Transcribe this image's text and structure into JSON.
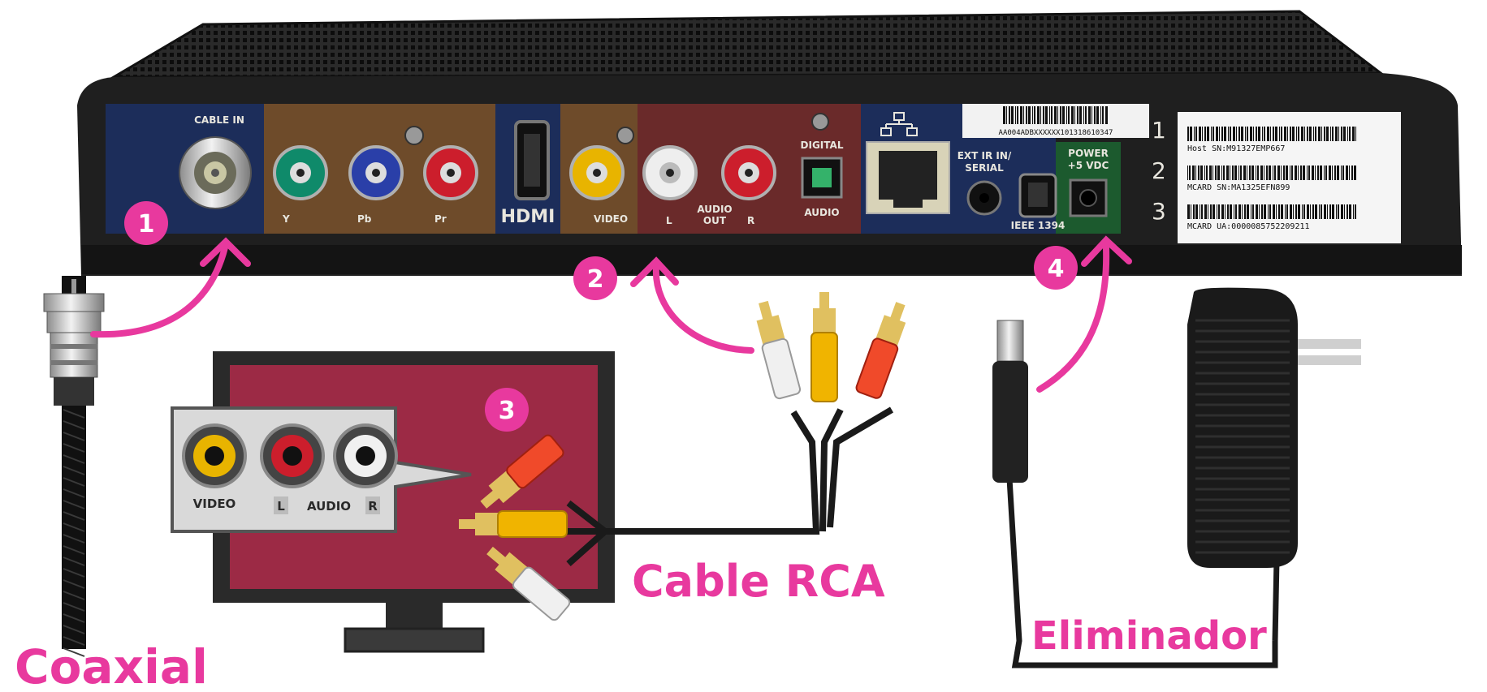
{
  "colors": {
    "accent": "#e8399e",
    "box": "#1f1f1f",
    "panel_blue": "#1c2d5a",
    "panel_brown": "#6e4b2a",
    "panel_maroon": "#6a2a2a",
    "tv_screen": "#9c2a45"
  },
  "box": {
    "cable_in": "CABLE IN",
    "component": {
      "y": "Y",
      "pb": "Pb",
      "pr": "Pr"
    },
    "hdmi": "HDMI",
    "video": "VIDEO",
    "audio_out": {
      "l": "L",
      "audio": "AUDIO",
      "out": "OUT",
      "r": "R"
    },
    "digital": "DIGITAL",
    "digital_audio": "AUDIO",
    "ext_ir_1": "EXT IR IN/",
    "ext_ir_2": "SERIAL",
    "ieee": "IEEE 1394",
    "power_1": "POWER",
    "power_2": "+5 VDC",
    "sticker_top": "AA004ADBXXXXXX101318610347",
    "sticker_nums": [
      "1",
      "2",
      "3"
    ],
    "sticker_lines": [
      "Host SN:M91327EMP667",
      "MCARD SN:MA1325EFN899",
      "MCARD UA:0000085752209211"
    ]
  },
  "tv_panel": {
    "video": "VIDEO",
    "l": "L",
    "audio": "AUDIO",
    "r": "R"
  },
  "steps": [
    "1",
    "2",
    "3",
    "4"
  ],
  "captions": {
    "coaxial": "Coaxial",
    "rca": "Cable RCA",
    "eliminador": "Eliminador"
  }
}
